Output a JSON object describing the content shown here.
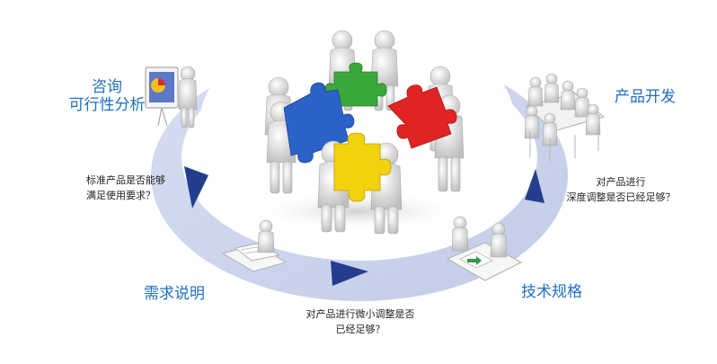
{
  "stages": {
    "consult": {
      "line1": "咨询",
      "line2": "可行性分析"
    },
    "requirements": {
      "title": "需求说明"
    },
    "tech_spec": {
      "title": "技术规格"
    },
    "product_dev": {
      "title": "产品开发"
    }
  },
  "questions": {
    "standard_product": {
      "line1": "标准产品是否能够",
      "line2": "满足使用要求？"
    },
    "minor_adjust": {
      "line1": "对产品进行微小调整是否",
      "line2": "已经足够？"
    },
    "deep_adjust": {
      "line1": "对产品进行",
      "line2": "深度调整是否已经足够？"
    }
  },
  "colors": {
    "title_blue": "#1f6fc0",
    "ring": "#c8d1ea",
    "arrow": "#243d8c",
    "puzzle_green": "#3aa83a",
    "puzzle_red": "#e02424",
    "puzzle_blue": "#2a62c7",
    "puzzle_yellow": "#f2d20c"
  },
  "icons": {
    "puzzle_team": "people-holding-puzzle-pieces",
    "presentation": "person-presenting-chart",
    "documents": "person-with-documents",
    "spec": "people-with-drawing",
    "meeting": "meeting-table-people"
  }
}
